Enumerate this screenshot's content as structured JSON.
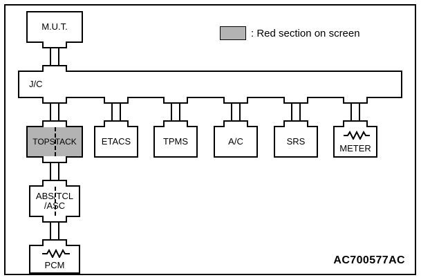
{
  "diagram": {
    "code": "AC700577AC",
    "legend": {
      "marker": "gray-swatch",
      "text": ": Red section on screen"
    },
    "colors": {
      "highlight": "#b3b3b3",
      "line": "#000000",
      "background": "#ffffff"
    },
    "nodes": {
      "mut": {
        "label": "M.U.T.",
        "highlighted": false,
        "resistor": false
      },
      "jc": {
        "label": "J/C",
        "highlighted": false,
        "resistor": false
      },
      "topstack": {
        "label": "TOPSTACK",
        "highlighted": true,
        "resistor": false,
        "divided": true
      },
      "etacs": {
        "label": "ETACS",
        "highlighted": false,
        "resistor": false
      },
      "tpms": {
        "label": "TPMS",
        "highlighted": false,
        "resistor": false
      },
      "ac": {
        "label": "A/C",
        "highlighted": false,
        "resistor": false
      },
      "srs": {
        "label": "SRS",
        "highlighted": false,
        "resistor": false
      },
      "meter": {
        "label": "METER",
        "highlighted": false,
        "resistor": true
      },
      "abs": {
        "label": "ABS/TCL\n/ASC",
        "highlighted": false,
        "resistor": false,
        "divided": true
      },
      "pcm": {
        "label": "PCM",
        "highlighted": false,
        "resistor": true
      }
    }
  }
}
